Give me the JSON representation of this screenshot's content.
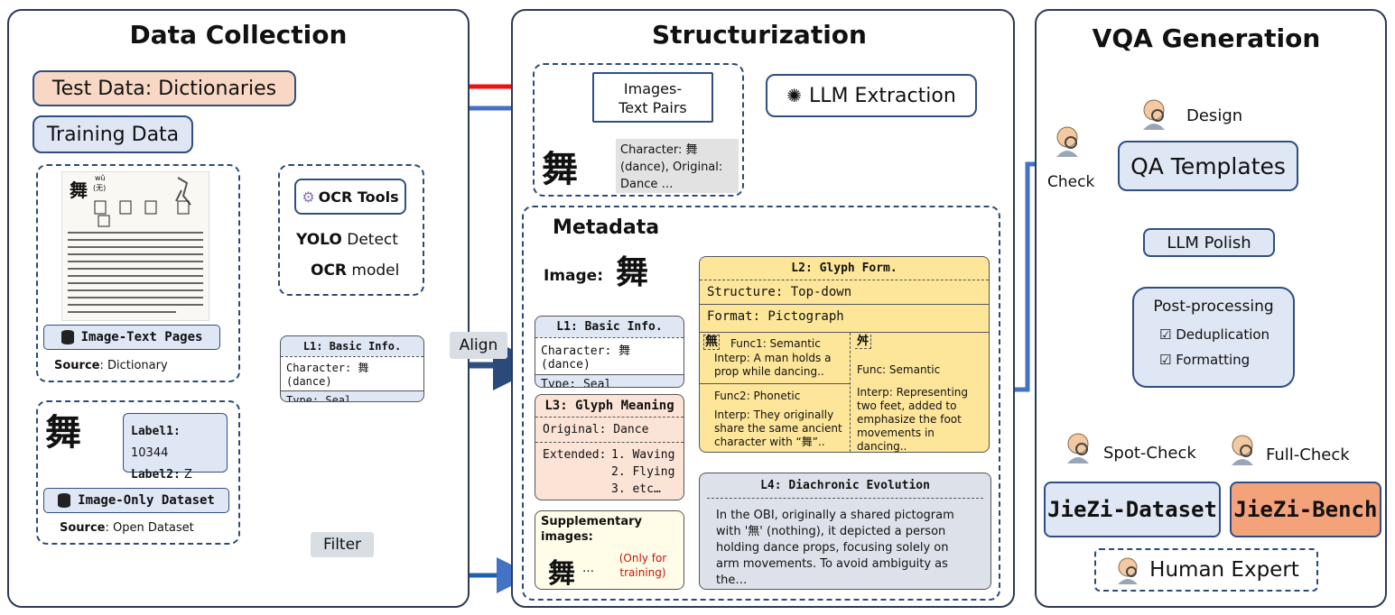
{
  "panels": {
    "collection_title": "Data Collection",
    "structurization_title": "Structurization",
    "vqa_title": "VQA Generation"
  },
  "collection": {
    "test_data": "Test Data: Dictionaries",
    "training_data": "Training Data",
    "dictionary_header_char": "舞",
    "dictionary_header_pinyin": "wǔ",
    "dictionary_header_note": "(无)",
    "image_text_pages": "Image-Text Pages",
    "source1_label": "Source",
    "source1_value": ": Dictionary",
    "ocr_tools": "OCR Tools",
    "yolo_bold": "YOLO",
    "yolo_rest": " Detect",
    "ocr_bold": "OCR",
    "ocr_rest": " model",
    "label1_key": "Label1:",
    "label1_val": "10344",
    "label2_key": "Label2:",
    "label2_val": "Z",
    "image_only_dataset": "Image-Only Dataset",
    "source2_label": "Source",
    "source2_value": ": Open Dataset",
    "l1_head": "L1: Basic Info.",
    "l1_char": "Character: 舞 (dance)",
    "l1_type": "Type: Seal",
    "align": "Align",
    "filter": "Filter"
  },
  "structurization": {
    "image_text_pairs": "Images-\nText Pairs",
    "llm_extraction": "LLM Extraction",
    "pair_text": "Character: 舞 (dance), Original: Dance …",
    "metadata": "Metadata",
    "image_label": "Image:",
    "l1": {
      "head": "L1: Basic Info.",
      "character": "Character: 舞 (dance)",
      "type": "Type: Seal"
    },
    "l3": {
      "head": "L3: Glyph Meaning",
      "original": "Original: Dance",
      "extended_label": "Extended:",
      "ext1": "1. Waving",
      "ext2": "2. Flying",
      "ext3": "3. etc…"
    },
    "supp": {
      "label": "Supplementary images:",
      "note": "(Only for training)"
    },
    "l2": {
      "head": "L2: Glyph Form.",
      "structure": "Structure: Top-down",
      "format": "Format: Pictograph",
      "func1": "Func1: Semantic",
      "interp1": "Interp: A man holds a prop while dancing..",
      "func2": "Func2: Phonetic",
      "interp2": "Interp: They originally share the same ancient character with “舞”..",
      "func3": "Func: Semantic",
      "interp3": "Interp: Representing two feet, added to emphasize the foot movements in dancing..",
      "comp1": "無",
      "comp2": "舛"
    },
    "l4": {
      "head": "L4: Diachronic Evolution",
      "text": "In the OBI, originally a shared pictogram with '無' (nothing), it depicted a person holding dance props, focusing solely on arm movements. To avoid ambiguity as the…"
    }
  },
  "vqa": {
    "design": "Design",
    "check": "Check",
    "qa_templates": "QA Templates",
    "llm_polish": "LLM Polish",
    "post_processing": "Post-processing",
    "dedup": "☑ Deduplication",
    "formatting": "☑ Formatting",
    "spot_check": "Spot-Check",
    "full_check": "Full-Check",
    "jiezi_dataset": "JieZi-Dataset",
    "jiezi_bench": "JieZi-Bench",
    "human_expert": "Human Expert"
  },
  "colors": {
    "arrow_blue": "#4472c4",
    "arrow_red": "#ee1111",
    "peach": "#f8d8c4",
    "light_blue": "#dfe6f4",
    "yellow": "#fde59a",
    "orange": "#f4a27a",
    "supp_yellow": "#fffde8"
  }
}
